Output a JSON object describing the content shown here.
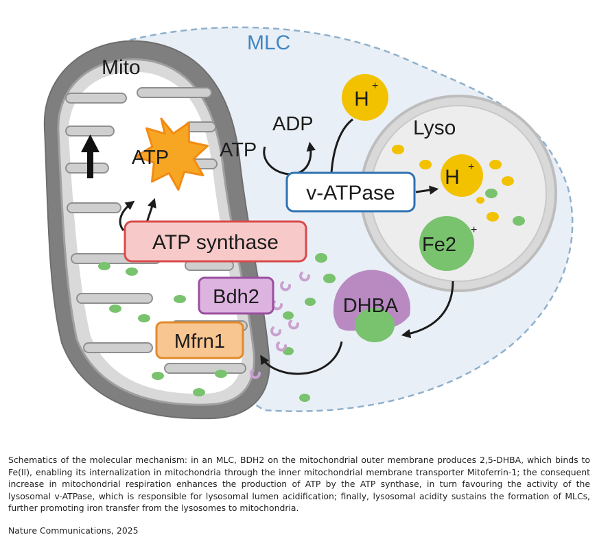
{
  "diagram": {
    "labels": {
      "mlc": "MLC",
      "mito": "Mito",
      "lyso": "Lyso",
      "atp_burst": "ATP",
      "atp_input": "ATP",
      "adp": "ADP",
      "h_plus_top": "H+",
      "h_plus_lyso": "H+",
      "fe2_plus": "Fe2+",
      "dhba": "DHBA"
    },
    "proteins": {
      "atp_synthase": "ATP synthase",
      "v_atpase": "v-ATPase",
      "bdh2": "Bdh2",
      "mfrn1": "Mfrn1"
    },
    "colors": {
      "mlc_boundary": "#8fb0cc",
      "mlc_label": "#3f86c2",
      "mito_outer": "#8c8c8c",
      "lyso_outer": "#bdbdbd",
      "atp_burst": "#f6a623",
      "proton": "#f2c200",
      "iron": "#79c26e",
      "dhba": "#b98ac2",
      "atp_synthase_fill": "#f7c9c9",
      "atp_synthase_border": "#d84a4a",
      "v_atpase_border": "#2d71b3",
      "bdh2_fill": "#ddb3e0",
      "bdh2_border": "#9a4f9f",
      "mfrn1_fill": "#f8c691",
      "mfrn1_border": "#e28a2b"
    }
  },
  "caption": "Schematics of the molecular mechanism: in an MLC, BDH2 on the mitochondrial outer membrane produces 2,5-DHBA, which binds to Fe(II), enabling its internalization in mitochondria through the inner mitochondrial membrane transporter Mitoferrin-1; the consequent increase in mitochondrial respiration enhances the production of ATP by the ATP synthase, in turn favouring the activity of the lysosomal v-ATPase, which is responsible for lysosomal lumen acidification; finally, lysosomal acidity sustains the formation of MLCs, further promoting iron transfer from the lysosomes to mitochondria.",
  "source": "Nature Communications, 2025"
}
